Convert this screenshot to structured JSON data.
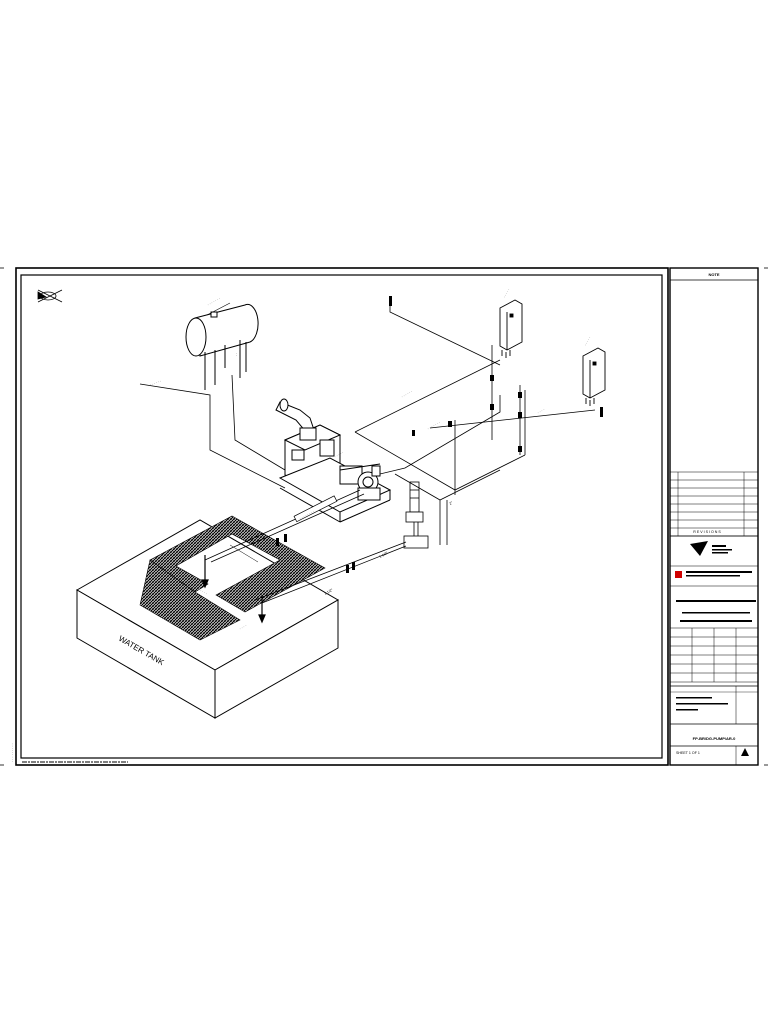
{
  "notes_header": "NOTE",
  "revisions_label": "R E V I S I O N S",
  "labels": {
    "water_tank": "WATER TANK"
  },
  "drawing_number": "FP-BR/DG-PUMP/AR-0",
  "sheet": "SHEET 1 OF 1",
  "pipe_sizes": [
    "1 1/2\"",
    "1 1/2\"",
    "2\""
  ]
}
